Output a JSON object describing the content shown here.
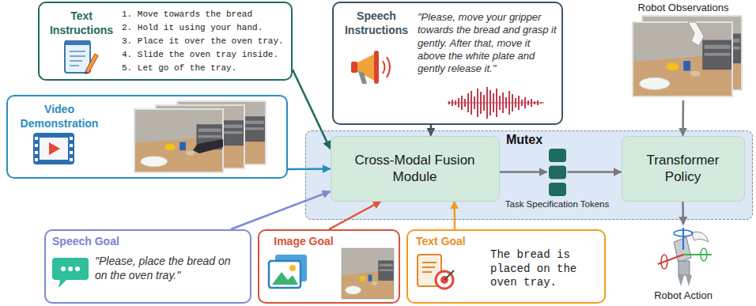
{
  "diagram": {
    "nodes": [
      {
        "text": [
          "Text Instructions",
          "1. Move towards the bread",
          "2. Hold it using your hand.",
          "3. Place it over the oven tray.",
          "4. Slide the oven tray inside.",
          "5. Let go of the tray."
        ]
      },
      {
        "text": [
          "Speech Instructions",
          "\"Please, move your gripper towards the bread and grasp it gently. After that, move it above the white plate and gently release it.\""
        ]
      },
      {
        "text": [
          "Robot Observations"
        ]
      },
      {
        "text": [
          "Video Demonstration"
        ]
      },
      {
        "text": [
          "Mutex"
        ]
      },
      {
        "text": [
          "Cross-Modal Fusion Module"
        ],
        "in": 4
      },
      {
        "text": [
          "Task Specification Tokens"
        ],
        "in": 4
      },
      {
        "text": [
          "Transformer Policy"
        ],
        "in": 4
      },
      {
        "text": [
          "Speech Goal",
          "\"Please, place the bread on on the oven tray.\""
        ]
      },
      {
        "text": [
          "Image Goal"
        ]
      },
      {
        "text": [
          "Text Goal",
          "The bread is placed on the oven tray."
        ]
      },
      {
        "text": [
          "Robot Action"
        ]
      }
    ],
    "edges": [
      {
        "from": 0,
        "to": 5,
        "arrow": "to"
      },
      {
        "from": 1,
        "to": 5,
        "arrow": "to"
      },
      {
        "from": 3,
        "to": 5,
        "arrow": "to"
      },
      {
        "from": 8,
        "to": 5,
        "arrow": "to"
      },
      {
        "from": 9,
        "to": 5,
        "arrow": "to"
      },
      {
        "from": 10,
        "to": 5,
        "arrow": "to"
      },
      {
        "from": 5,
        "to": 6,
        "arrow": "to"
      },
      {
        "from": 6,
        "to": 7,
        "arrow": "to"
      },
      {
        "from": 2,
        "to": 7,
        "arrow": "to"
      },
      {
        "from": 7,
        "to": 11,
        "arrow": "to"
      }
    ]
  }
}
